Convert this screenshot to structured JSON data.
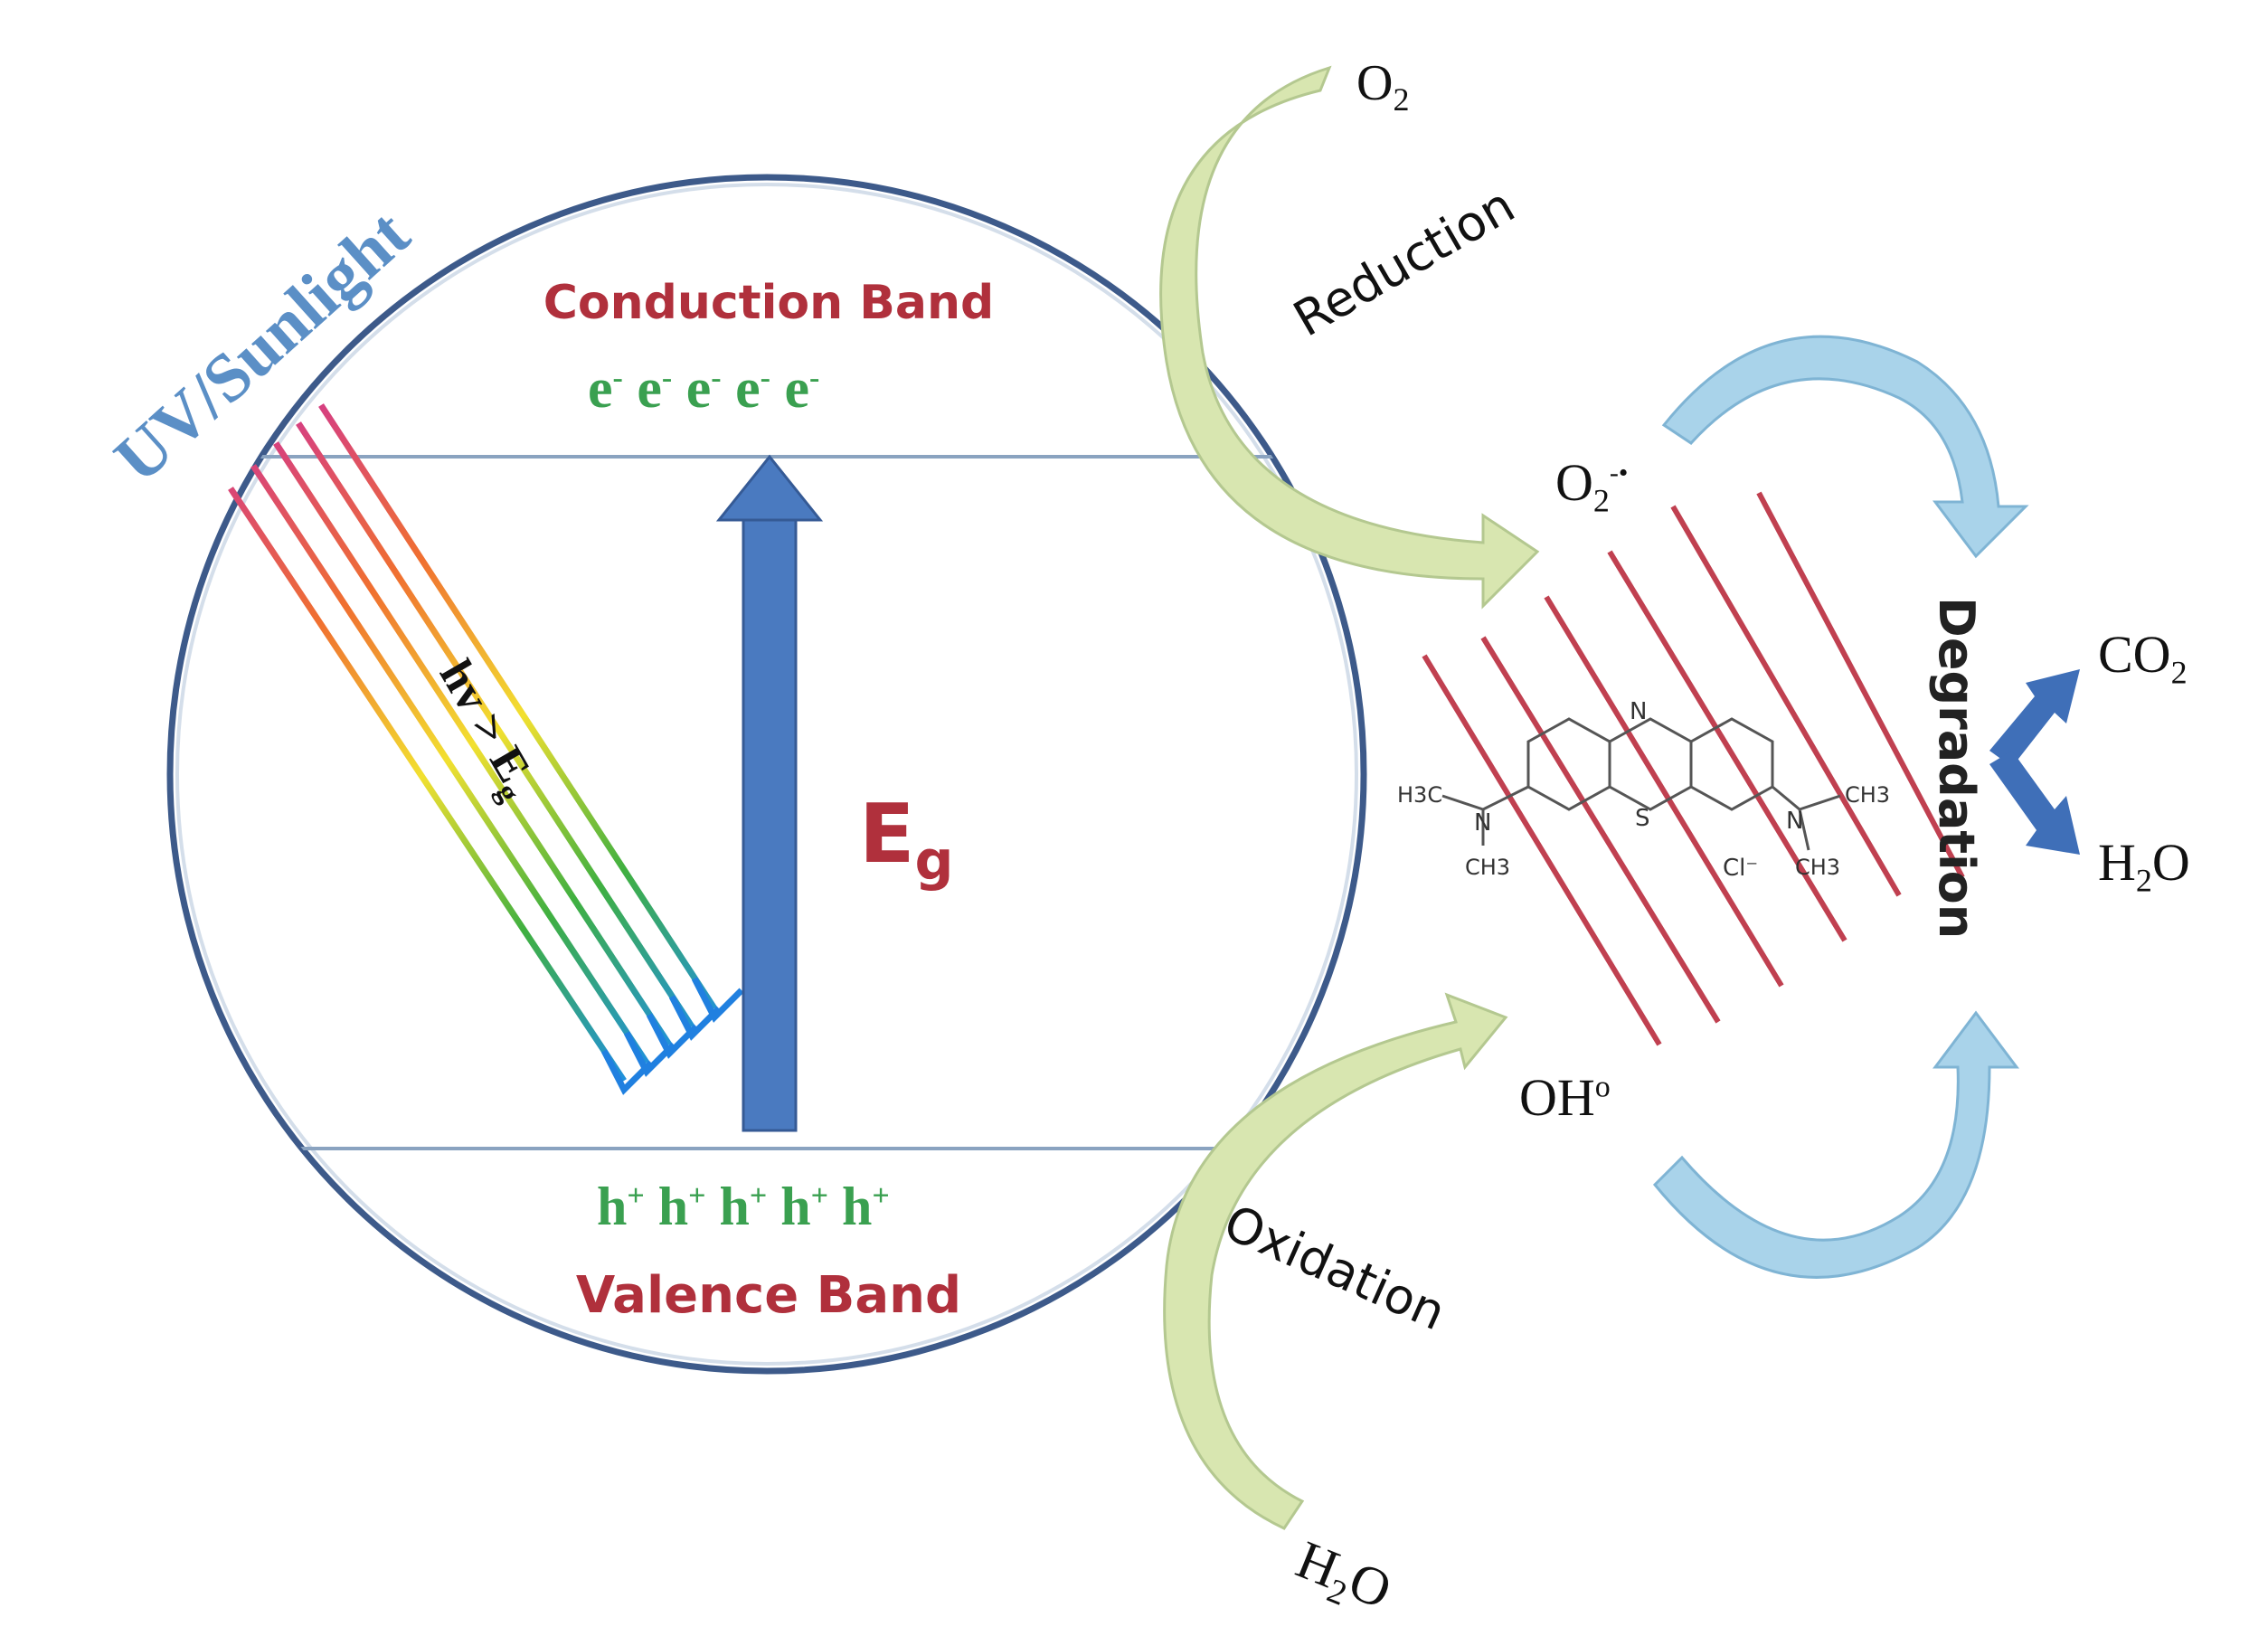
{
  "diagram": {
    "light_label": "UV/Sunlight",
    "photon_condition": {
      "main": "hv > E",
      "sub": "g"
    },
    "conduction_band": "Conduction Band",
    "valence_band": "Valence Band",
    "electrons": [
      "e",
      "e",
      "e",
      "e",
      "e"
    ],
    "electron_charge": "-",
    "holes": [
      "h",
      "h",
      "h",
      "h",
      "h"
    ],
    "hole_charge": "+",
    "band_gap": {
      "main": "E",
      "sub": "g"
    },
    "reduction": {
      "label": "Reduction",
      "reactant": {
        "main": "O",
        "sub": "2"
      },
      "product": {
        "main": "O",
        "sub": "2",
        "sup": "-•"
      }
    },
    "oxidation": {
      "label": "Oxidation",
      "reactant": {
        "main": "H",
        "sub": "2",
        "tail": "O"
      },
      "product": {
        "main": "OH",
        "sup": "o"
      }
    },
    "molecule": {
      "n_top": "N",
      "s_ring": "S",
      "left_methyl_top": "H3C",
      "left_n": "N",
      "left_methyl_bottom": "CH3",
      "right_n": "N",
      "right_methyl_top": "CH3",
      "right_methyl_bottom": "CH3",
      "chloride": "Cl⁻"
    },
    "degradation_label": "Degradation",
    "products": [
      {
        "main": "CO",
        "sub": "2"
      },
      {
        "main": "H",
        "sub": "2",
        "tail": "O"
      }
    ],
    "colors": {
      "circle": "#3d5a8a",
      "band_line": "#8aa3c0",
      "band_label": "#b0303c",
      "carrier": "#3aa050",
      "gap_arrow": "#4a7ac0",
      "light_label": "#5b8fc6",
      "green_arrow": "#d8e6b0",
      "blue_arrow": "#a9d3ea",
      "red_line": "#c04050",
      "product_arrow": "#3f6fb8"
    }
  }
}
